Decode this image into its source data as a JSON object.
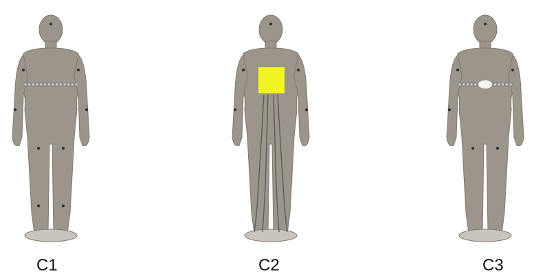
{
  "figures": [
    {
      "label": "C1",
      "variant": "belt-sensor"
    },
    {
      "label": "C2",
      "variant": "yellow-chest-patch-with-leads"
    },
    {
      "label": "C3",
      "variant": "belt-sensor-bright-center"
    }
  ],
  "colors": {
    "mannequin_body": "#9c958c",
    "mannequin_shadow": "#7f786f",
    "base": "#c9c4bd",
    "patch": "#f2f51f",
    "belt": "#8a8a8a",
    "belt_bead": "#d4d0c8",
    "marker": "#2b2b2b",
    "lead_wire": "#5a5a5a",
    "caption_text": "#111111"
  }
}
